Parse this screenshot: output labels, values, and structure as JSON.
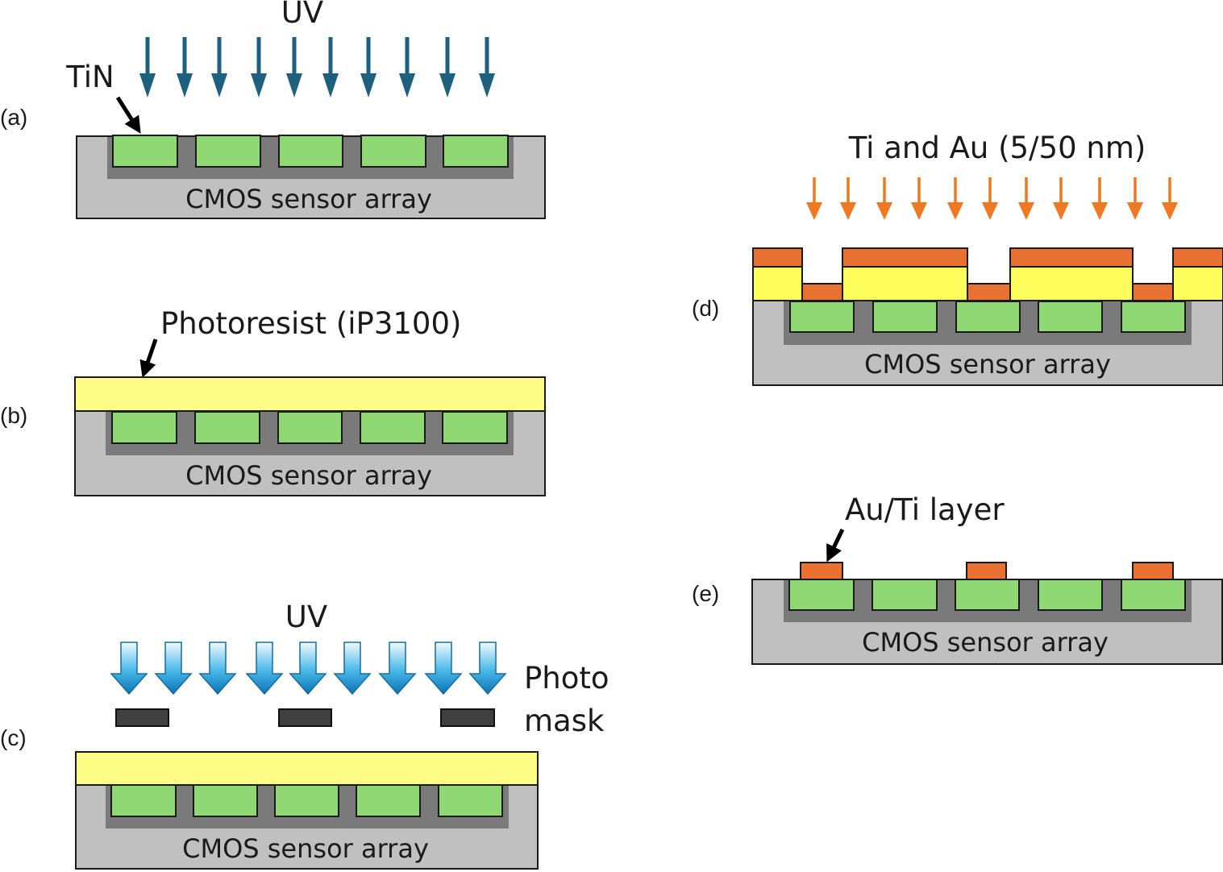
{
  "colors": {
    "substrate": "#c0c0c0",
    "well": "#7a7a7a",
    "tin": "#8fd873",
    "photoresist": "#fdfd86",
    "photoresist_d": "#fdfd5c",
    "metal": "#e97132",
    "uv_arrow": "#1f5f80",
    "metal_arrow": "#f07820",
    "mask": "#404040",
    "stroke": "#1a1a1a"
  },
  "panels": {
    "a": {
      "label": "(a)",
      "uv": "UV",
      "tin": "TiN",
      "cmos": "CMOS sensor array"
    },
    "b": {
      "label": "(b)",
      "photoresist": "Photoresist (iP3100)",
      "cmos": "CMOS sensor array"
    },
    "c": {
      "label": "(c)",
      "uv": "UV",
      "mask_line1": "Photo",
      "mask_line2": "mask",
      "cmos": "CMOS sensor array"
    },
    "d": {
      "label": "(d)",
      "deposition": "Ti and Au (5/50 nm)",
      "cmos": "CMOS sensor array"
    },
    "e": {
      "label": "(e)",
      "layer": "Au/Ti layer",
      "cmos": "CMOS sensor array"
    }
  }
}
